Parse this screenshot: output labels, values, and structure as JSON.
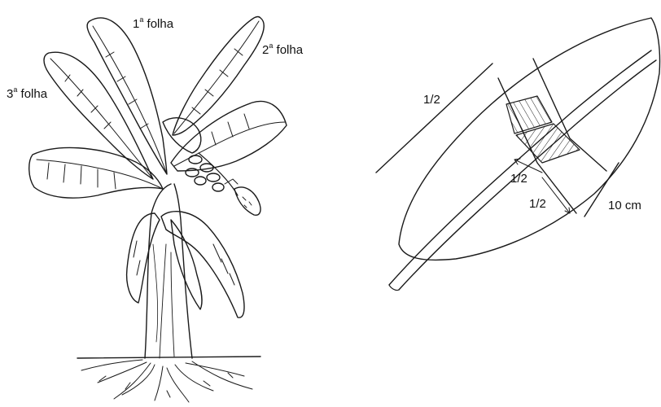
{
  "plant": {
    "leaf1_label": {
      "num": "1",
      "ord": "a",
      "word": "folha"
    },
    "leaf2_label": {
      "num": "2",
      "ord": "a",
      "word": "folha"
    },
    "leaf3_label": {
      "num": "3",
      "ord": "a",
      "word": "folha"
    }
  },
  "leaf_detail": {
    "half_width_label": "1/2",
    "inner_half_label_top": "1/2",
    "inner_half_label_bottom": "1/2",
    "strip_width_label": "10 cm"
  }
}
